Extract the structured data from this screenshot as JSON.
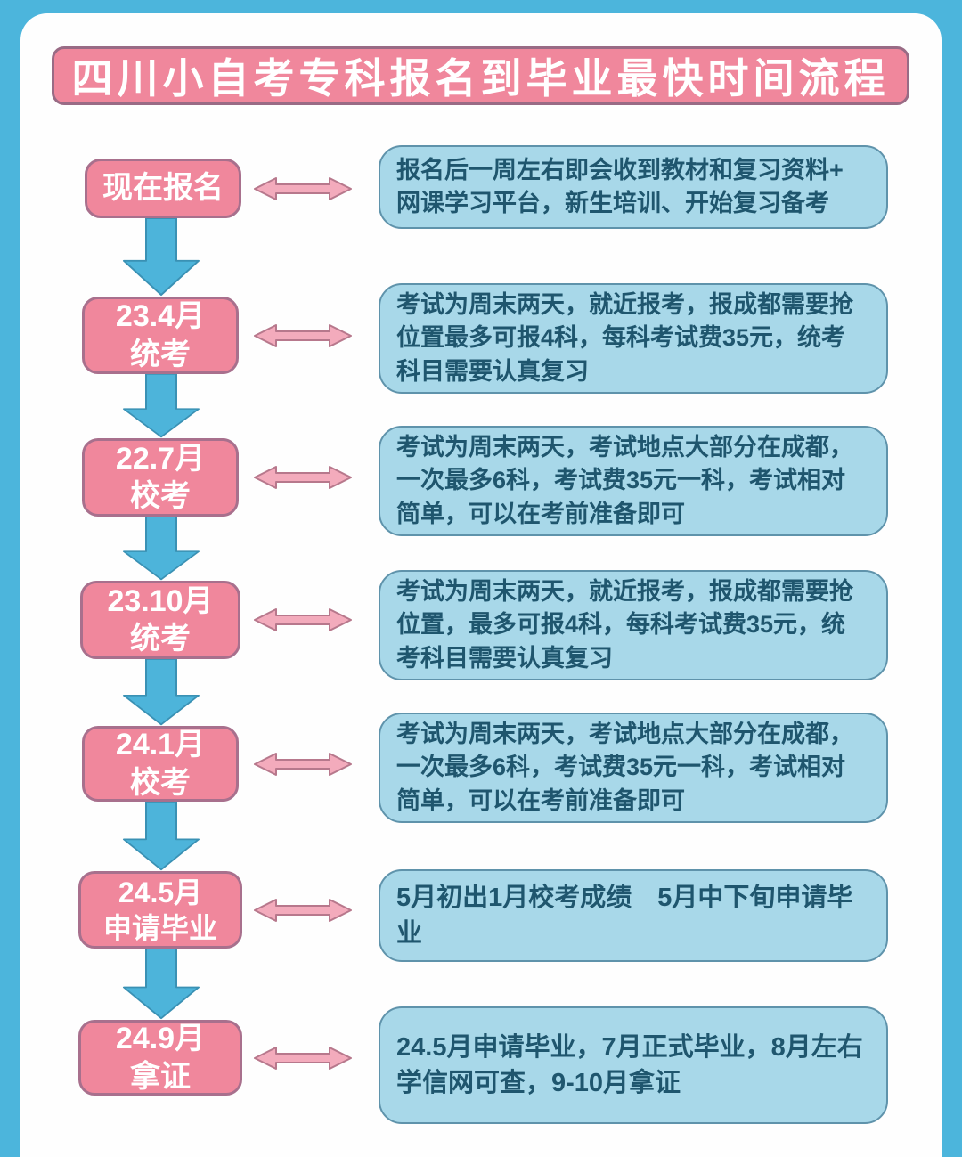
{
  "title": "四川小自考专科报名到毕业最快时间流程",
  "colors": {
    "outer_background": "#4cb5dc",
    "card_background": "#fefefe",
    "node_fill": "#f0879c",
    "node_border": "#a8708d",
    "node_text": "#ffffff",
    "info_fill": "#a8d8e9",
    "info_border": "#5f93ab",
    "info_text": "#1f566e",
    "h_arrow_fill": "#f3abbc",
    "h_arrow_stroke": "#b7788c",
    "v_arrow_fill": "#4db4da",
    "v_arrow_stroke": "#3a91b4"
  },
  "steps": [
    {
      "node": "现在报名",
      "info": "报名后一周左右即会收到教材和复习资料+\n网课学习平台，新生培训、开始复习备考"
    },
    {
      "node": "23.4月\n统考",
      "info": "考试为周末两天，就近报考，报成都需要抢\n位置最多可报4科，每科考试费35元，统考\n科目需要认真复习"
    },
    {
      "node": "22.7月\n校考",
      "info": "考试为周末两天，考试地点大部分在成都，\n一次最多6科，考试费35元一科，考试相对\n简单，可以在考前准备即可"
    },
    {
      "node": "23.10月\n统考",
      "info": "考试为周末两天，就近报考，报成都需要抢\n位置，最多可报4科，每科考试费35元，统\n考科目需要认真复习"
    },
    {
      "node": "24.1月\n校考",
      "info": "考试为周末两天，考试地点大部分在成都，\n一次最多6科，考试费35元一科，考试相对\n简单，可以在考前准备即可"
    },
    {
      "node": "24.5月\n申请毕业",
      "info": "5月初出1月校考成绩　5月中下旬申请毕业"
    },
    {
      "node": "24.9月\n拿证",
      "info": "24.5月申请毕业，7月正式毕业，8月左右\n学信网可查，9-10月拿证"
    }
  ]
}
